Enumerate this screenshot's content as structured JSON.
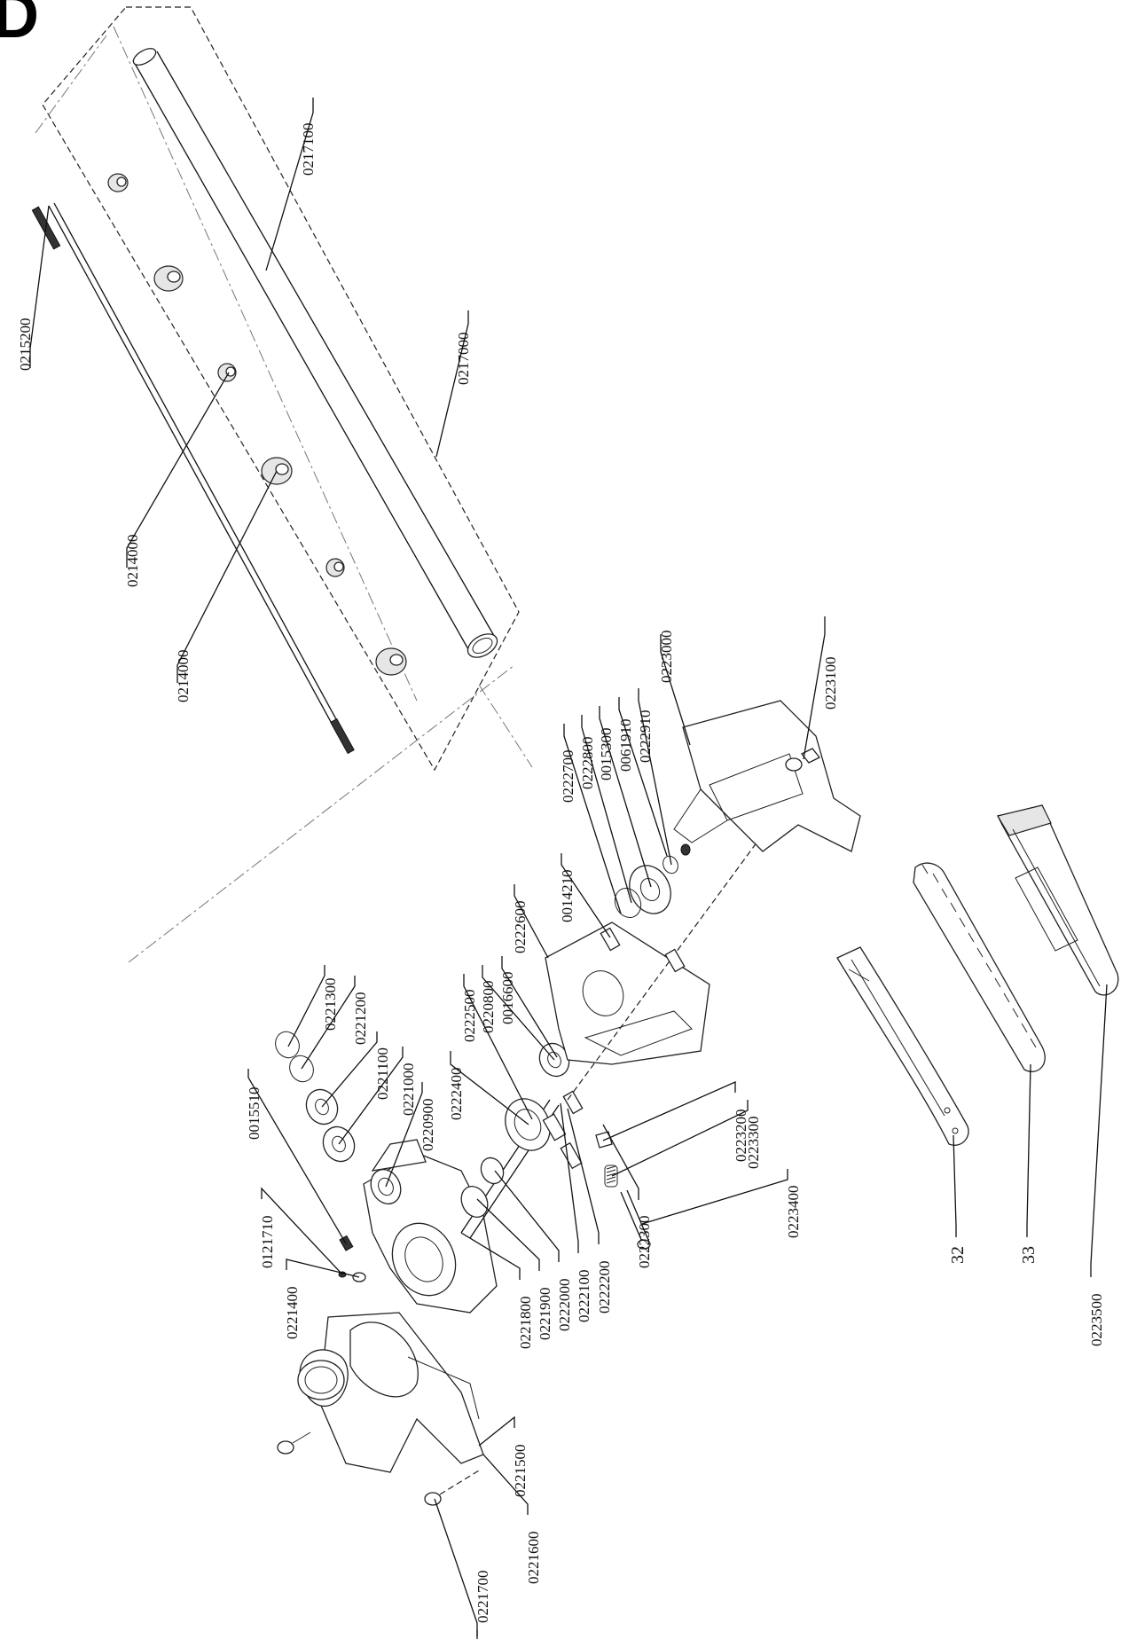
{
  "corner_letter": "D",
  "parts": {
    "p0215200": "0215200",
    "p0217100": "0217100",
    "p0217000": "0217000",
    "p0214000a": "0214000",
    "p0214000b": "0214000",
    "p0223000": "0223000",
    "p0223100": "0223100",
    "p0222910": "0222910",
    "p0061910": "0061910",
    "p0015300": "0015300",
    "p0222800": "0222800",
    "p0222700": "0222700",
    "p0014210": "0014210",
    "p0222600": "0222600",
    "p0016600": "0016600",
    "p0220800": "0220800",
    "p0222500": "0222500",
    "p0222400": "0222400",
    "p0221300": "0221300",
    "p0221200": "0221200",
    "p0221100": "0221100",
    "p0221000": "0221000",
    "p0220900": "0220900",
    "p0015510": "0015510",
    "p0121710": "0121710",
    "p0221400": "0221400",
    "p0223200": "0223200",
    "p0223300": "0223300",
    "p0223400": "0223400",
    "p0222300": "0222300",
    "p0222200": "0222200",
    "p0222100": "0222100",
    "p0222000": "0222000",
    "p0221900": "0221900",
    "p0221800": "0221800",
    "p0221500": "0221500",
    "p0221600": "0221600",
    "p0221700": "0221700",
    "p32": "32",
    "p33": "33",
    "p0223500": "0223500"
  }
}
